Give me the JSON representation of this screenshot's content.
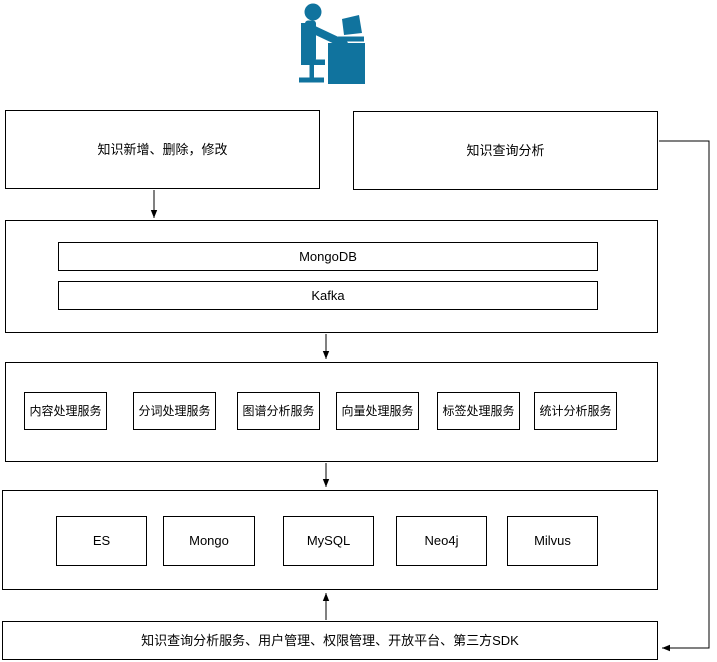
{
  "diagram": {
    "actor": {
      "icon": "person-at-desk-icon",
      "icon_color": "#10739E"
    },
    "edit_box": {
      "label": "知识新增、删除，修改"
    },
    "query_box": {
      "label": "知识查询分析"
    },
    "middleware_layer": {
      "items": [
        "MongoDB",
        "Kafka"
      ]
    },
    "service_layer": {
      "items": [
        "内容处理服务",
        "分词处理服务",
        "图谱分析服务",
        "向量处理服务",
        "标签处理服务",
        "统计分析服务"
      ]
    },
    "storage_layer": {
      "items": [
        "ES",
        "Mongo",
        "MySQL",
        "Neo4j",
        "Milvus"
      ]
    },
    "platform_box": {
      "label": "知识查询分析服务、用户管理、权限管理、开放平台、第三方SDK"
    },
    "colors": {
      "border": "#000000",
      "background": "#ffffff",
      "icon_fill": "#10739E",
      "line": "#000000"
    }
  }
}
